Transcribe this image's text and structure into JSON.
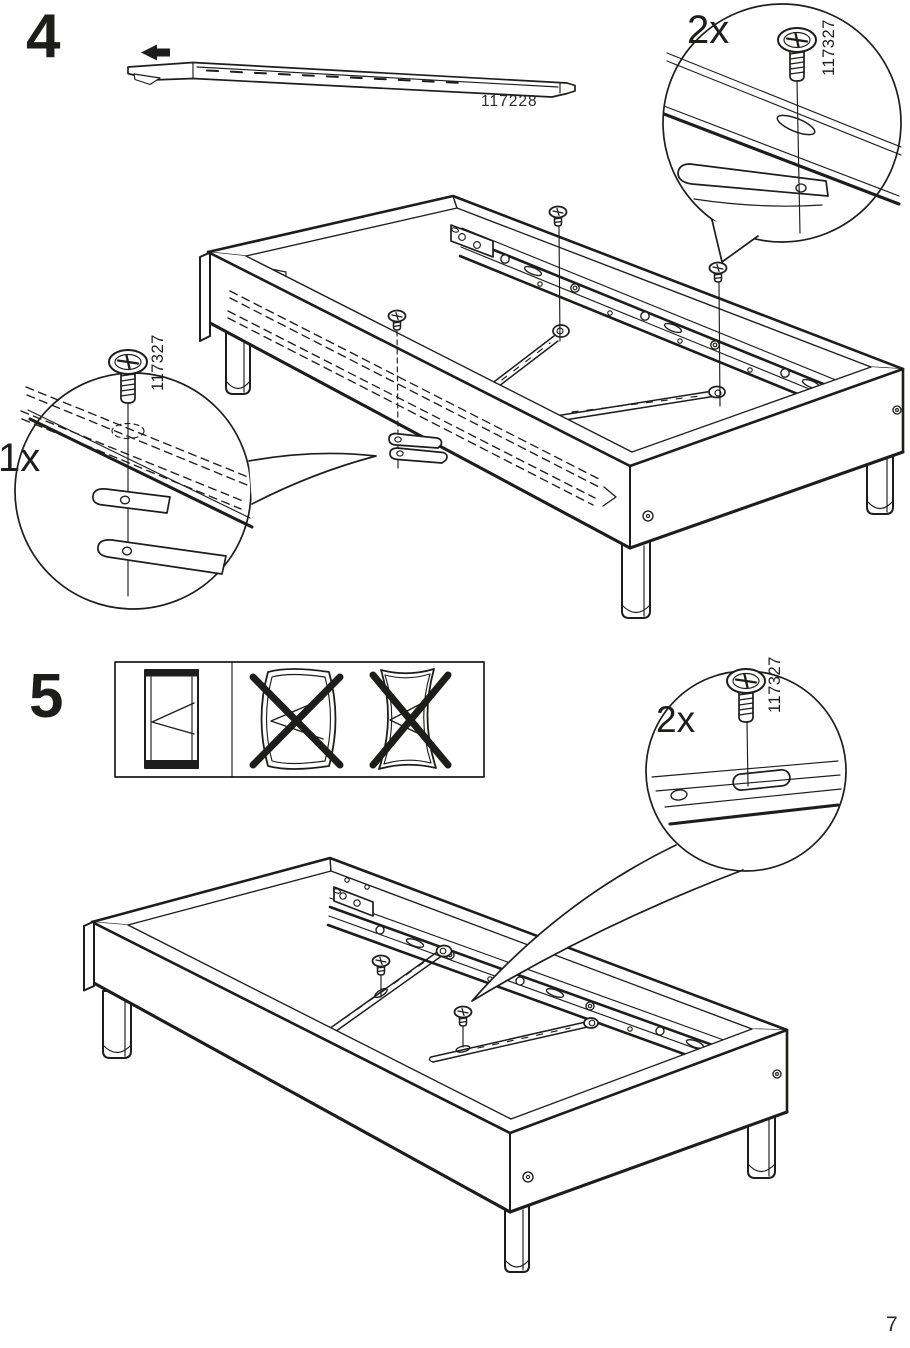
{
  "page": {
    "number": "7"
  },
  "step4": {
    "number": "4",
    "rail_part_number": "117228",
    "callout_top": {
      "quantity": "2x",
      "screw_part_number": "117327"
    },
    "callout_left": {
      "quantity": "1x",
      "screw_part_number": "117327"
    }
  },
  "step5": {
    "number": "5",
    "callout": {
      "quantity": "2x",
      "screw_part_number": "117327"
    }
  }
}
